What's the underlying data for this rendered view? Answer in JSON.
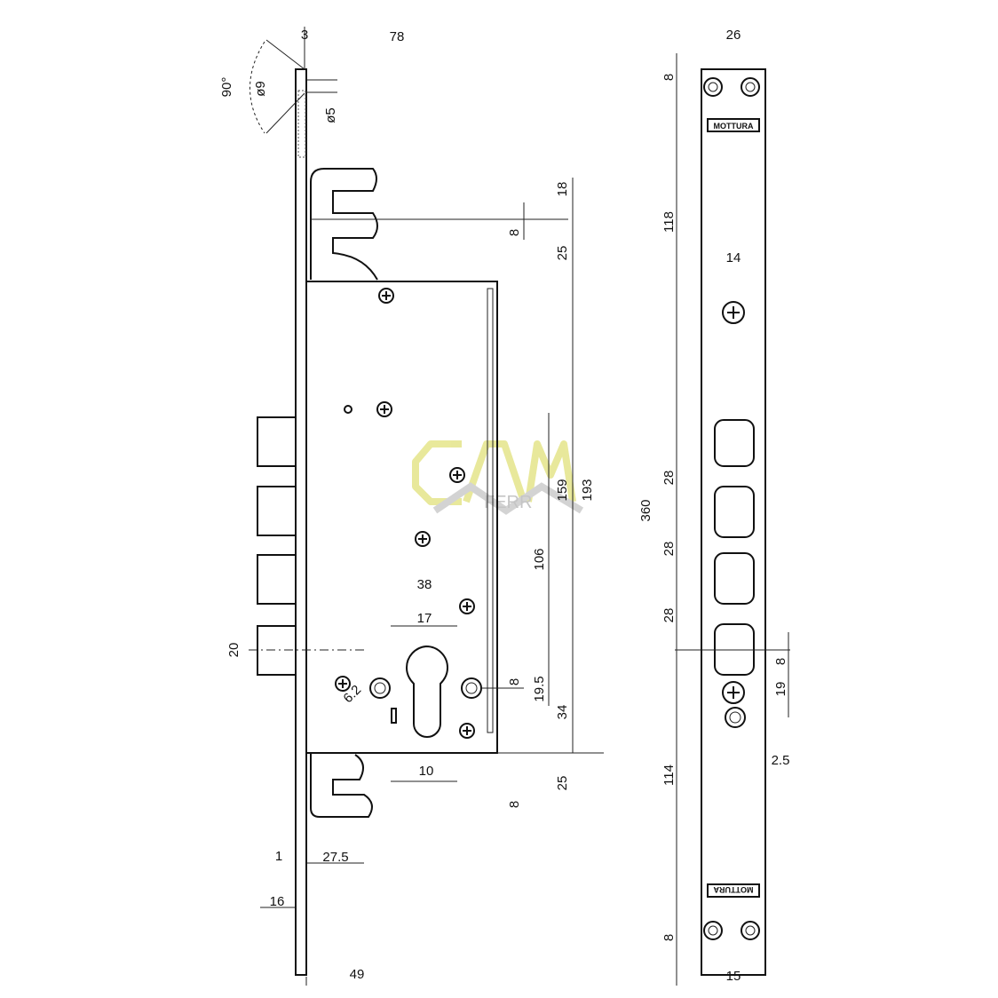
{
  "title": "Mottura lock technical drawing",
  "side_view": {
    "dims": {
      "faceplate_thickness": "3",
      "overall_depth": "78",
      "angle": "90°",
      "hole_d9": "ø9",
      "hole_d5": "ø5",
      "top_hook_18": "18",
      "top_hook_8": "8",
      "top_hook_25": "25",
      "height_159": "159",
      "height_193": "193",
      "height_106": "106",
      "backset_38": "38",
      "width_17": "17",
      "bolt_20": "20",
      "hole_6_2": "6.2",
      "offset_8": "8",
      "offset_19_5": "19.5",
      "offset_34": "34",
      "width_10": "10",
      "bottom_hook_25": "25",
      "bottom_hook_8": "8",
      "plate_1": "1",
      "offset_27_5": "27.5",
      "bolt_16": "16",
      "case_49": "49"
    }
  },
  "front_view": {
    "brand_top": "MOTTURA",
    "brand_bottom": "MOTTURA",
    "dims": {
      "width_26": "26",
      "top_8": "8",
      "length_118": "118",
      "width_14": "14",
      "total_360": "360",
      "pitch_1": "28",
      "pitch_2": "28",
      "pitch_3": "28",
      "right_8": "8",
      "right_19": "19",
      "right_2_5": "2.5",
      "length_114": "114",
      "bottom_8": "8",
      "width_15": "15"
    }
  },
  "watermark": {
    "main": "GAMA",
    "sub": "FERR"
  }
}
